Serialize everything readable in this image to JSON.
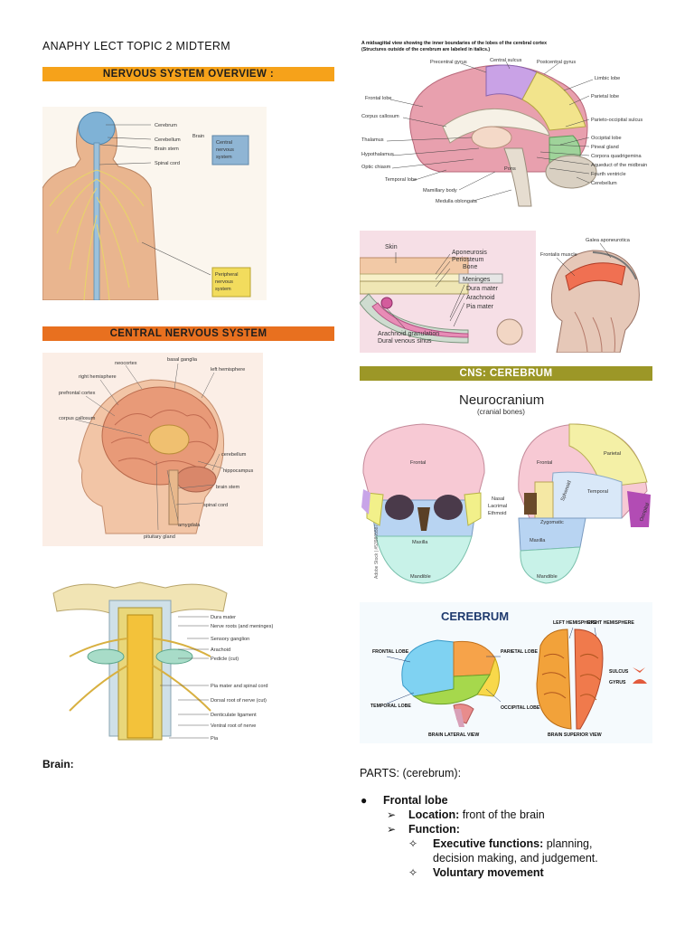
{
  "doc_title": "ANAPHY LECT TOPIC 2 MIDTERM",
  "banners": {
    "nervous_overview": "NERVOUS SYSTEM OVERVIEW :",
    "cns": "CENTRAL NERVOUS SYSTEM",
    "cerebrum": "CNS: CEREBRUM"
  },
  "fig_nervous": {
    "labels": [
      "Cerebrum",
      "Cerebellum",
      "Brain stem",
      "Spinal cord",
      "Brain"
    ],
    "cns_box": [
      "Central",
      "nervous",
      "system"
    ],
    "pns_box": [
      "Peripheral",
      "nervous",
      "system"
    ]
  },
  "fig_midsagittal": {
    "caption_lines": [
      "A midsagittal view showing the inner boundaries of the lobes of the cerebral cortex",
      "(Structures outside of the cerebrum are labeled in italics.)"
    ],
    "labels_left": [
      "Frontal lobe",
      "Corpus callosum",
      "Thalamus",
      "Hypothalamus",
      "Optic chiasm",
      "Temporal lobe",
      "Mamillary body",
      "Medulla oblongata"
    ],
    "labels_top": [
      "Precentral gyrus",
      "Central sulcus",
      "Postcentral gyrus"
    ],
    "labels_right": [
      "Limbic lobe",
      "Parietal lobe",
      "Parieto-occipital sulcus",
      "Occipital lobe",
      "Pineal gland",
      "Corpora quadrigemina",
      "Aqueduct of the midbrain",
      "Fourth ventricle",
      "Cerebellum"
    ],
    "pons": "Pons"
  },
  "fig_meninges": {
    "labels": [
      "Skin",
      "Aponeurosis",
      "Periosteum",
      "Bone",
      "Meninges",
      "Dura mater",
      "Arachnoid",
      "Pia mater",
      "Arachnoid granulation",
      "Dural venous sinus"
    ],
    "galea": "Galea aponeurotica",
    "frontalis": "Frontalis muscle"
  },
  "fig_cns_head": {
    "labels": [
      "neocortex",
      "basal ganglia",
      "left hemisphere",
      "right hemisphere",
      "prefrontal cortex",
      "corpus callosum",
      "cerebellum",
      "hippocampus",
      "brain stem",
      "spinal cord",
      "amygdala",
      "pituitary gland"
    ]
  },
  "fig_neurocranium": {
    "title": "Neurocranium",
    "subtitle": "(cranial bones)",
    "labels": [
      "Frontal",
      "Parietal",
      "Temporal",
      "Occipital",
      "Sphenoid",
      "Nasal",
      "Lacrimal",
      "Ethmoid",
      "Zygomatic",
      "Maxilla",
      "Mandible"
    ],
    "watermark": "Adobe Stock | #539805587"
  },
  "fig_spinal": {
    "labels": [
      "Dura mater",
      "Nerve roots (and meninges)",
      "Sensory ganglion",
      "Arachoid",
      "Pedicle (cut)",
      "Pia mater and spinal cord",
      "Dorsal root of nerve (cut)",
      "Denticulate ligament",
      "Ventral root of nerve",
      "Pia"
    ]
  },
  "fig_cerebrum": {
    "title": "CEREBRUM",
    "labels": [
      "FRONTAL LOBE",
      "PARIETAL LOBE",
      "TEMPORAL LOBE",
      "OCCIPITAL LOBE",
      "LEFT HEMISPHERE",
      "RIGHT HEMISPHERE",
      "SULCUS",
      "GYRUS"
    ],
    "captions": [
      "BRAIN LATERAL VIEW",
      "BRAIN SUPERIOR VIEW"
    ]
  },
  "brain_heading": "Brain:",
  "parts_heading": "PARTS: (cerebrum):",
  "outline": {
    "item1": "Frontal lobe",
    "location_label": "Location:",
    "location_value": "front of the brain",
    "function_label": "Function:",
    "exec_label": "Executive functions:",
    "exec_value_1": "planning,",
    "exec_value_2": "decision making, and judgement.",
    "voluntary": "Voluntary movement"
  },
  "colors": {
    "banner_orange": "#f6a21a",
    "banner_deep_orange": "#e8701f",
    "banner_olive": "#9c9727"
  }
}
